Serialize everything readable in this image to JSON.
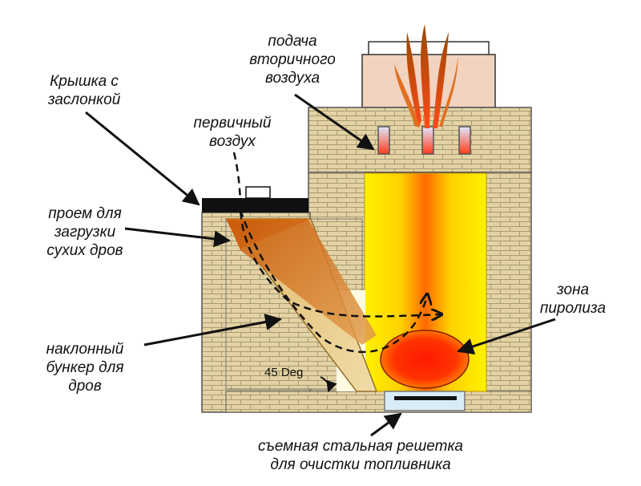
{
  "labels": {
    "lid": [
      "Крышка с",
      "заслонкой"
    ],
    "primary_air": [
      "первичный",
      "воздух"
    ],
    "secondary_air": [
      "подача",
      "вторичного",
      "воздуха"
    ],
    "loading_opening": [
      "проем для",
      "загрузки",
      "сухих дров"
    ],
    "inclined_hopper": [
      "наклонный",
      "бункер для",
      "дров"
    ],
    "pyrolysis_zone": [
      "зона",
      "пиролиза"
    ],
    "grate": [
      "съемная стальная решетка",
      "для очистки топливника"
    ],
    "angle": "45 Deg"
  },
  "colors": {
    "brick": "#e3d3a4",
    "mortar": "#a99a70",
    "flame_outer": "#ffe600",
    "flame_core": "#ff7a00",
    "ember": "#ff3a00",
    "fuel": "#d96a14",
    "lid": "#111111",
    "top_box": "#f1d3c0"
  }
}
